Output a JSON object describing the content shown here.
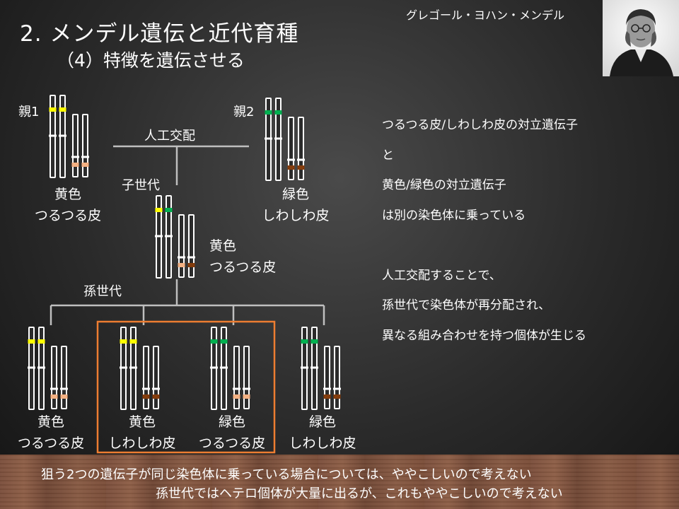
{
  "slide": {
    "title": "2. メンデル遺伝と近代育種",
    "subtitle": "（4）特徴を遺伝させる",
    "portrait_label": "グレゴール・ヨハン・メンデル"
  },
  "diagram": {
    "parent1_label": "親1",
    "parent2_label": "親2",
    "cross_label": "人工交配",
    "child_gen_label": "子世代",
    "grandchild_gen_label": "孫世代",
    "parent1_traits": [
      "黄色",
      "つるつる皮"
    ],
    "parent2_traits": [
      "緑色",
      "しわしわ皮"
    ],
    "child_traits": [
      "黄色",
      "つるつる皮"
    ],
    "grandchildren": [
      {
        "traits": [
          "黄色",
          "つるつる皮"
        ]
      },
      {
        "traits": [
          "黄色",
          "しわしわ皮"
        ]
      },
      {
        "traits": [
          "緑色",
          "つるつる皮"
        ]
      },
      {
        "traits": [
          "緑色",
          "しわしわ皮"
        ]
      }
    ],
    "colors": {
      "yellow_gene": "#ffff00",
      "green_gene": "#00b050",
      "smooth_gene": "#f4b183",
      "wrinkled_gene": "#843c0c",
      "highlight_box": "#ed7d31",
      "line": "#bfbfbf"
    }
  },
  "info": {
    "lines": [
      "つるつる皮/しわしわ皮の対立遺伝子",
      "と",
      "黄色/緑色の対立遺伝子",
      "は別の染色体に乗っている",
      "",
      "人工交配することで、",
      "孫世代で染色体が再分配され、",
      "異なる組み合わせを持つ個体が生じる"
    ]
  },
  "notes": [
    "狙う2つの遺伝子が同じ染色体に乗っている場合については、ややこしいので考えない",
    "孫世代ではヘテロ個体が大量に出るが、これもややこしいので考えない"
  ]
}
